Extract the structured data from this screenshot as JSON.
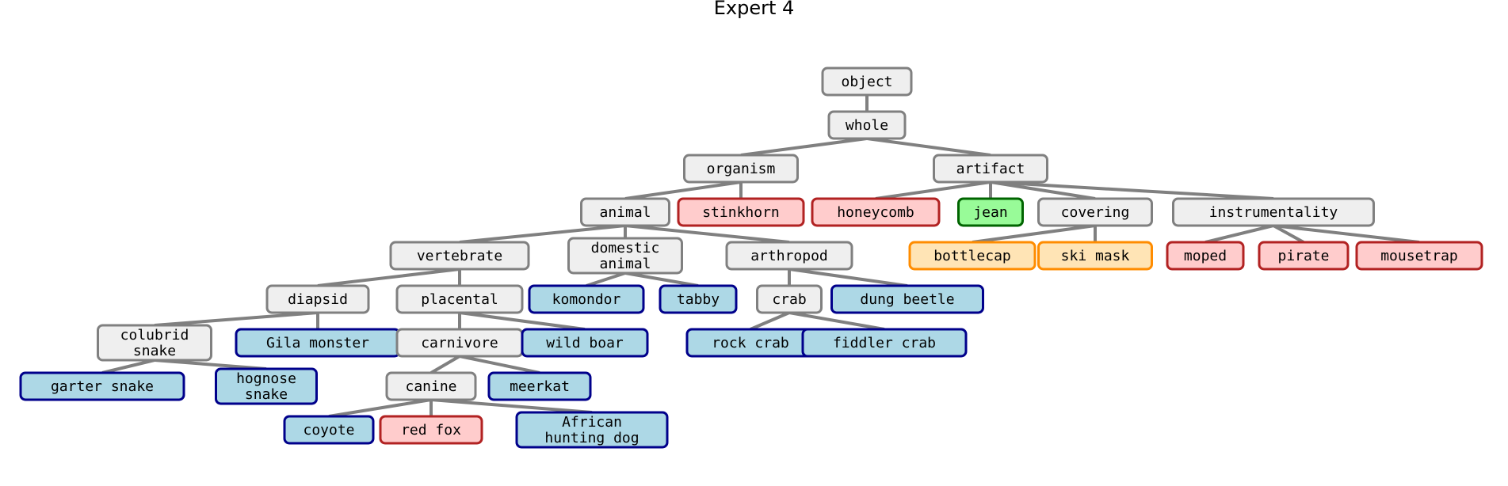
{
  "title": "Expert 4",
  "colors": {
    "edge": "#808080",
    "internal": {
      "fill": "#efefef",
      "stroke": "#808080"
    },
    "blue": {
      "fill": "#add8e6",
      "stroke": "#00008b"
    },
    "red": {
      "fill": "#ffcccc",
      "stroke": "#b22222"
    },
    "green": {
      "fill": "#98fb98",
      "stroke": "#006400"
    },
    "orange": {
      "fill": "#ffe4b5",
      "stroke": "#ff8c00"
    }
  },
  "nodes": [
    {
      "id": "object",
      "label": "object",
      "kind": "internal"
    },
    {
      "id": "whole",
      "label": "whole",
      "kind": "internal"
    },
    {
      "id": "organism",
      "label": "organism",
      "kind": "internal"
    },
    {
      "id": "artifact",
      "label": "artifact",
      "kind": "internal"
    },
    {
      "id": "animal",
      "label": "animal",
      "kind": "internal"
    },
    {
      "id": "stinkhorn",
      "label": "stinkhorn",
      "kind": "red"
    },
    {
      "id": "honeycomb",
      "label": "honeycomb",
      "kind": "red"
    },
    {
      "id": "jean",
      "label": "jean",
      "kind": "green"
    },
    {
      "id": "covering",
      "label": "covering",
      "kind": "internal"
    },
    {
      "id": "instrumentality",
      "label": "instrumentality",
      "kind": "internal"
    },
    {
      "id": "vertebrate",
      "label": "vertebrate",
      "kind": "internal"
    },
    {
      "id": "domestic-animal",
      "label": "domestic\nanimal",
      "kind": "internal"
    },
    {
      "id": "arthropod",
      "label": "arthropod",
      "kind": "internal"
    },
    {
      "id": "bottlecap",
      "label": "bottlecap",
      "kind": "orange"
    },
    {
      "id": "ski-mask",
      "label": "ski mask",
      "kind": "orange"
    },
    {
      "id": "moped",
      "label": "moped",
      "kind": "red"
    },
    {
      "id": "pirate",
      "label": "pirate",
      "kind": "red"
    },
    {
      "id": "mousetrap",
      "label": "mousetrap",
      "kind": "red"
    },
    {
      "id": "diapsid",
      "label": "diapsid",
      "kind": "internal"
    },
    {
      "id": "placental",
      "label": "placental",
      "kind": "internal"
    },
    {
      "id": "komondor",
      "label": "komondor",
      "kind": "blue"
    },
    {
      "id": "tabby",
      "label": "tabby",
      "kind": "blue"
    },
    {
      "id": "crab",
      "label": "crab",
      "kind": "internal"
    },
    {
      "id": "dung-beetle",
      "label": "dung beetle",
      "kind": "blue"
    },
    {
      "id": "colubrid-snake",
      "label": "colubrid\nsnake",
      "kind": "internal"
    },
    {
      "id": "gila-monster",
      "label": "Gila monster",
      "kind": "blue"
    },
    {
      "id": "carnivore",
      "label": "carnivore",
      "kind": "internal"
    },
    {
      "id": "wild-boar",
      "label": "wild boar",
      "kind": "blue"
    },
    {
      "id": "rock-crab",
      "label": "rock crab",
      "kind": "blue"
    },
    {
      "id": "fiddler-crab",
      "label": "fiddler crab",
      "kind": "blue"
    },
    {
      "id": "garter-snake",
      "label": "garter snake",
      "kind": "blue"
    },
    {
      "id": "hognose-snake",
      "label": "hognose\nsnake",
      "kind": "blue"
    },
    {
      "id": "canine",
      "label": "canine",
      "kind": "internal"
    },
    {
      "id": "meerkat",
      "label": "meerkat",
      "kind": "blue"
    },
    {
      "id": "coyote",
      "label": "coyote",
      "kind": "blue"
    },
    {
      "id": "red-fox",
      "label": "red fox",
      "kind": "red"
    },
    {
      "id": "african-hunting-dog",
      "label": "African\nhunting dog",
      "kind": "blue"
    }
  ],
  "edges": [
    [
      "object",
      "whole"
    ],
    [
      "whole",
      "organism"
    ],
    [
      "whole",
      "artifact"
    ],
    [
      "organism",
      "animal"
    ],
    [
      "organism",
      "stinkhorn"
    ],
    [
      "artifact",
      "honeycomb"
    ],
    [
      "artifact",
      "jean"
    ],
    [
      "artifact",
      "covering"
    ],
    [
      "artifact",
      "instrumentality"
    ],
    [
      "animal",
      "vertebrate"
    ],
    [
      "animal",
      "domestic-animal"
    ],
    [
      "animal",
      "arthropod"
    ],
    [
      "covering",
      "bottlecap"
    ],
    [
      "covering",
      "ski-mask"
    ],
    [
      "instrumentality",
      "moped"
    ],
    [
      "instrumentality",
      "pirate"
    ],
    [
      "instrumentality",
      "mousetrap"
    ],
    [
      "vertebrate",
      "diapsid"
    ],
    [
      "vertebrate",
      "placental"
    ],
    [
      "domestic-animal",
      "komondor"
    ],
    [
      "domestic-animal",
      "tabby"
    ],
    [
      "arthropod",
      "crab"
    ],
    [
      "arthropod",
      "dung-beetle"
    ],
    [
      "diapsid",
      "colubrid-snake"
    ],
    [
      "diapsid",
      "gila-monster"
    ],
    [
      "placental",
      "carnivore"
    ],
    [
      "placental",
      "wild-boar"
    ],
    [
      "crab",
      "rock-crab"
    ],
    [
      "crab",
      "fiddler-crab"
    ],
    [
      "colubrid-snake",
      "garter-snake"
    ],
    [
      "colubrid-snake",
      "hognose-snake"
    ],
    [
      "carnivore",
      "canine"
    ],
    [
      "carnivore",
      "meerkat"
    ],
    [
      "canine",
      "coyote"
    ],
    [
      "canine",
      "red-fox"
    ],
    [
      "canine",
      "african-hunting-dog"
    ]
  ]
}
